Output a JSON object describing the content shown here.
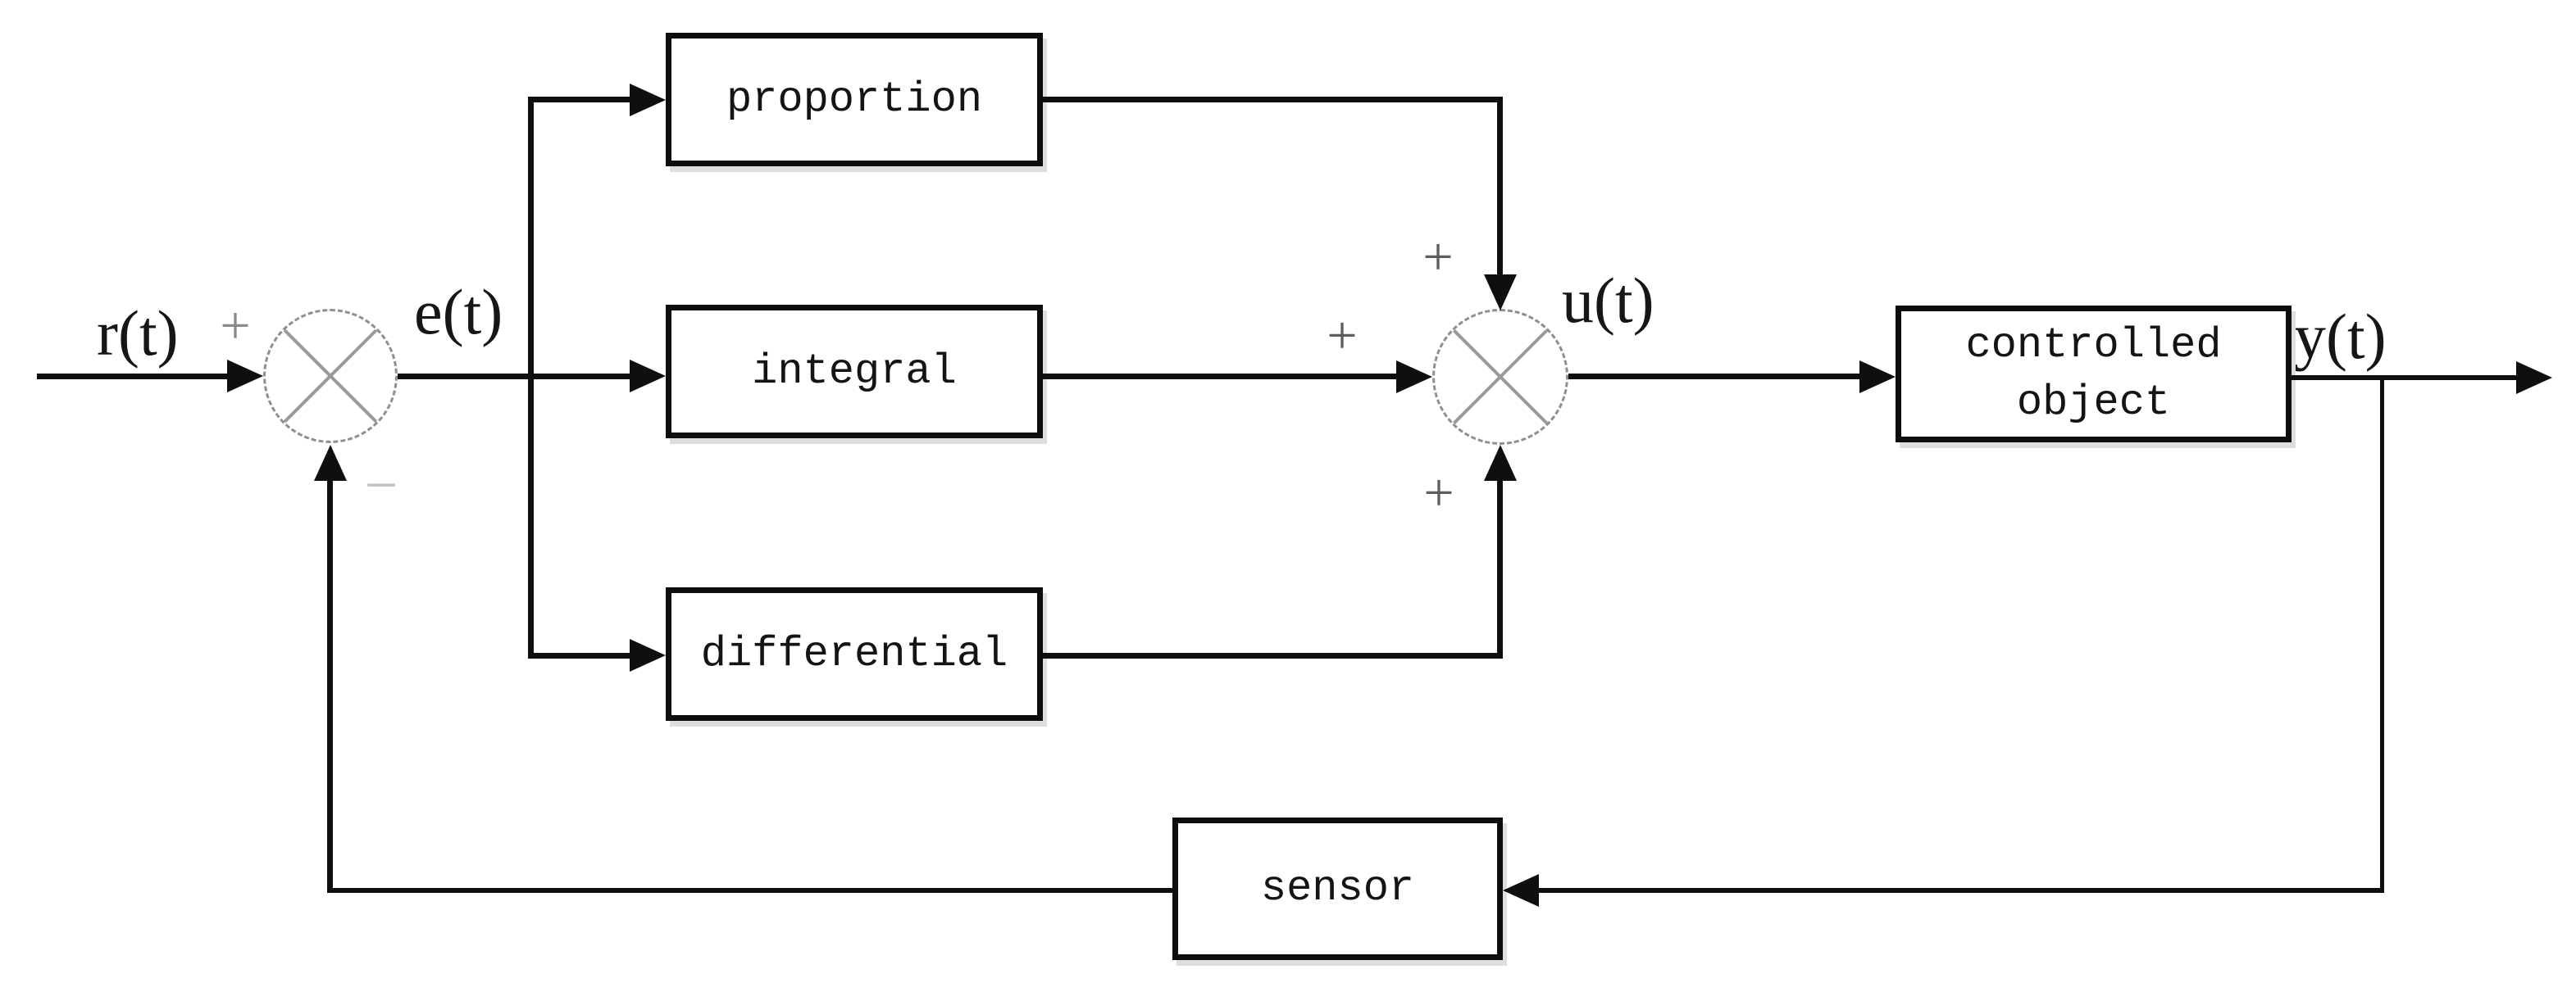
{
  "diagram_type": "PID feedback control system block diagram",
  "signals": {
    "reference": "r(t)",
    "error": "e(t)",
    "control": "u(t)",
    "output": "y(t)"
  },
  "junction_signs": {
    "reference_plus": "+",
    "feedback_minus": "−",
    "proportion_branch_plus": "+",
    "integral_branch_plus": "+",
    "differential_branch_plus": "+"
  },
  "blocks": {
    "proportion": "proportion",
    "integral": "integral",
    "differential": "differential",
    "controlled_object_line1": "controlled",
    "controlled_object_line2": "object",
    "sensor": "sensor"
  },
  "connections": [
    "r(t) → (+) error summing junction",
    "feedback from sensor → (−) error summing junction",
    "error summing junction → e(t) → proportion, integral, differential",
    "proportion → (+) control summing junction",
    "integral → (+) control summing junction",
    "differential → (+) control summing junction",
    "control summing junction → u(t) → controlled object",
    "controlled object → y(t) output",
    "y(t) branch → sensor → feedback to error summing junction"
  ],
  "colors": {
    "background": "#ffffff",
    "line": "#0f0f0f",
    "text": "#161616",
    "junction_stroke": "#8f8f8f",
    "plus_sign_light": "#8a8a8a",
    "plus_sign_dark": "#5d5d5d",
    "minus_sign": "#c4c4c4",
    "block_shadow": "#dedede"
  }
}
